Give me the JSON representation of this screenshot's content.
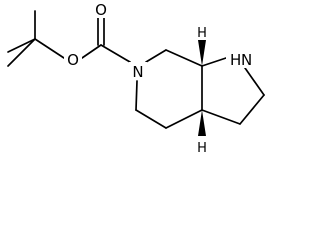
{
  "atoms": {
    "carbonyl_oxygen": "O",
    "ester_oxygen": "O",
    "ring_nitrogen": "N",
    "pyrrolidine_nitrogen": "N",
    "pyrrolidine_nh_hydrogen": "H",
    "stereo_hydrogen_top": "H",
    "stereo_hydrogen_bottom": "H"
  },
  "colors": {
    "ink": "#000000",
    "background": "#ffffff"
  }
}
